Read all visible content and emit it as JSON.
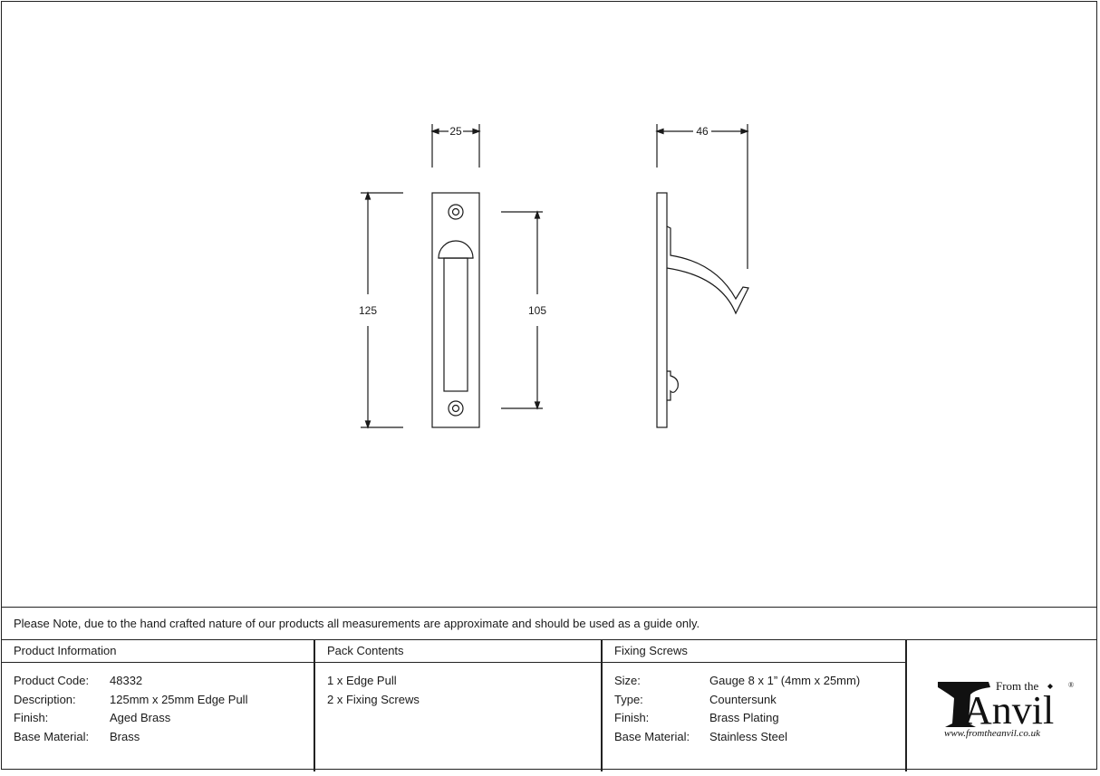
{
  "drawing": {
    "front_width": "25",
    "front_height": "125",
    "screw_centres": "105",
    "projection": "46"
  },
  "note": "Please Note, due to the hand crafted nature of our products all measurements are approximate and should be used as a guide only.",
  "product_info": {
    "heading": "Product Information",
    "rows": [
      {
        "key": "Product Code:",
        "value": "48332"
      },
      {
        "key": "Description:",
        "value": "125mm x 25mm Edge Pull"
      },
      {
        "key": "Finish:",
        "value": "Aged Brass"
      },
      {
        "key": "Base Material:",
        "value": "Brass"
      }
    ]
  },
  "pack_contents": {
    "heading": "Pack Contents",
    "items": [
      "1 x Edge Pull",
      "2 x Fixing Screws"
    ]
  },
  "fixing_screws": {
    "heading": "Fixing Screws",
    "rows": [
      {
        "key": "Size:",
        "value": "Gauge 8 x 1” (4mm x 25mm)"
      },
      {
        "key": "Type:",
        "value": "Countersunk"
      },
      {
        "key": "Finish:",
        "value": "Brass Plating"
      },
      {
        "key": "Base Material:",
        "value": "Stainless Steel"
      }
    ]
  },
  "logo": {
    "from_the": "From the",
    "brand": "Anvil",
    "registered": "®",
    "url": "www.fromtheanvil.co.uk"
  }
}
